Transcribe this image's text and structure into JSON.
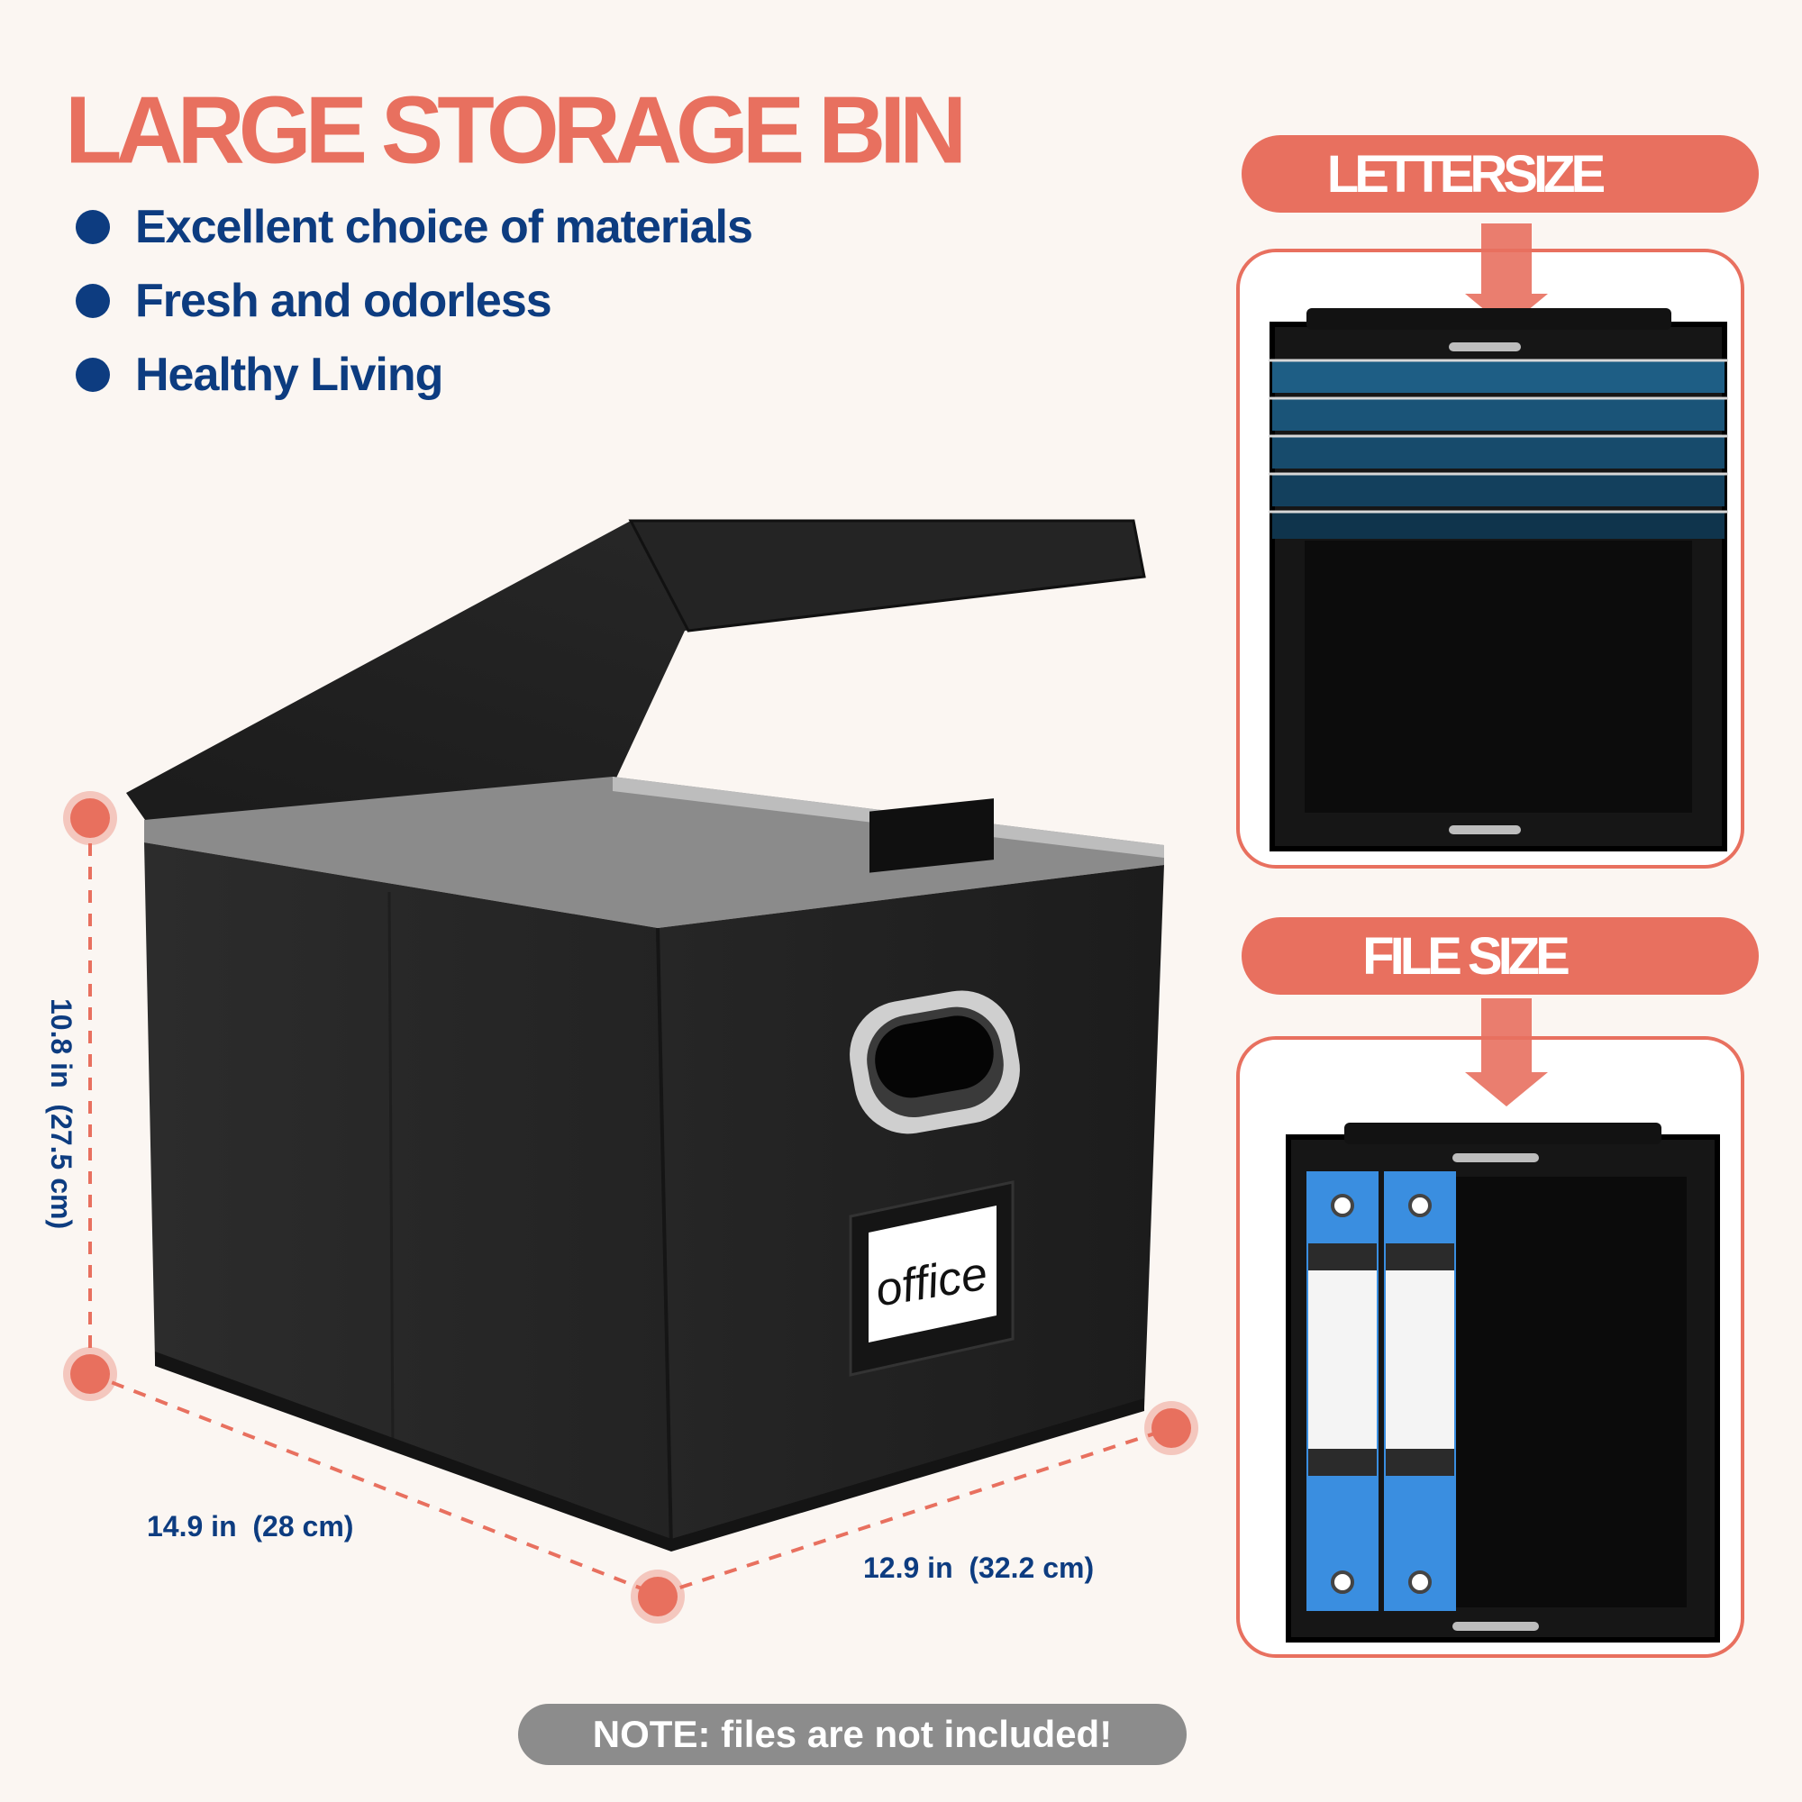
{
  "title": "LARGE STORAGE BIN",
  "features": [
    "Excellent choice of materials",
    "Fresh and odorless",
    "Healthy Living"
  ],
  "box_label": "office",
  "dimensions": {
    "height": "10.8 in  (27.5 cm)",
    "width": "14.9 in  (28 cm)",
    "depth": "12.9 in  (32.2 cm)"
  },
  "panels": [
    {
      "label": "LETTERSIZE"
    },
    {
      "label": "FILE SIZE"
    }
  ],
  "note": "NOTE: files are not included!",
  "colors": {
    "accent": "#e8705f",
    "text_blue": "#0d3c80",
    "background": "#fbf6f2",
    "note_bg": "#8c8c8c",
    "binder_blue": "#3a8ee0"
  },
  "icons": [
    "bullet-dot-icon",
    "down-arrow-icon"
  ]
}
